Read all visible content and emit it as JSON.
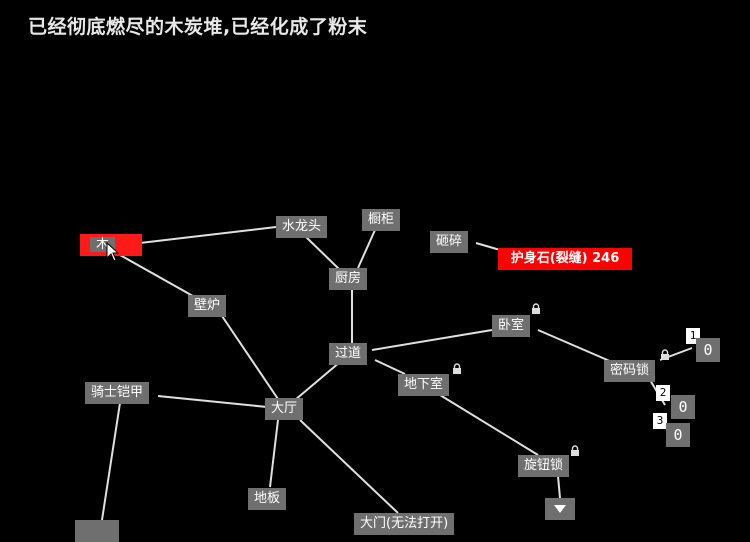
{
  "message": "已经彻底燃尽的木炭堆,已经化成了粉末",
  "nodes": {
    "charcoal": "木",
    "faucet": "水龙头",
    "cabinet": "橱柜",
    "kitchen": "厨房",
    "fireplace": "壁炉",
    "hall_passage": "过道",
    "bedroom": "卧室",
    "lock_pw": "密码锁",
    "basement": "地下室",
    "knob_lock": "旋钮锁",
    "armor": "骑士铠甲",
    "lobby": "大厅",
    "floor": "地板",
    "gate": "大门(无法打开)",
    "shards": "砸碎"
  },
  "stone_label": "护身石(裂缝) 246",
  "combo": {
    "slots": [
      {
        "index": "1",
        "digit": "0"
      },
      {
        "index": "2",
        "digit": "0"
      },
      {
        "index": "3",
        "digit": "0"
      }
    ]
  },
  "icons": {
    "lock": "lock-icon",
    "down": "down-arrow-icon",
    "cursor": "mouse-cursor-icon"
  },
  "colors": {
    "node_bg": "#6f6f6f",
    "highlight": "#ff1a1a",
    "line": "#e0e0e0"
  }
}
